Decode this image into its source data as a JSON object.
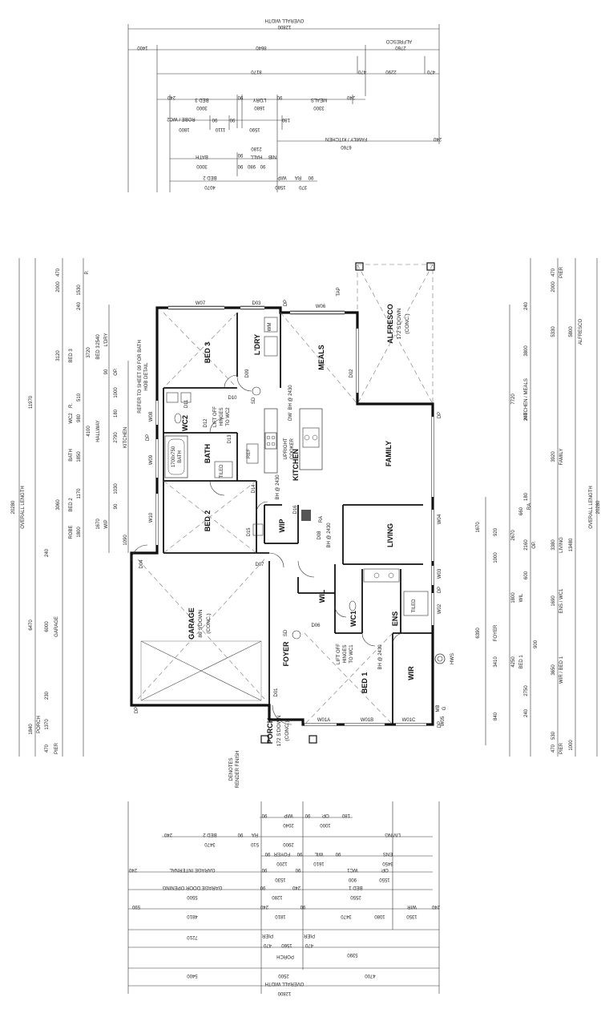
{
  "top_dims": {
    "overall_label": "OVERALL WIDTH",
    "overall_value": "12800",
    "alfresco_label": "ALFRESCO",
    "row2": [
      "1400",
      "8640",
      "2760"
    ],
    "row2_b": [
      "470",
      "2290",
      "470"
    ],
    "row3": [
      "8170"
    ],
    "row4": [
      "240",
      "3000",
      "90",
      "1680",
      "90",
      "3300",
      "240"
    ],
    "row4_labels": [
      "BED 3",
      "L'DRY",
      "MEALS"
    ],
    "row5": [
      "1800",
      "90",
      "1110",
      "90",
      "1590",
      "180"
    ],
    "row5_labels": [
      "ROBE / WC2"
    ],
    "row6": [
      "6760",
      "240"
    ],
    "row6_labels": [
      "FAMILY / KITCHEN"
    ],
    "row7": [
      "3000",
      "90",
      "2180"
    ],
    "row7_labels": [
      "BATH",
      "HALL"
    ],
    "row8": [
      "90",
      "980",
      "90",
      "NIB"
    ],
    "row9": [
      "4070",
      "1580",
      "370",
      "90",
      "RA"
    ],
    "row9_labels": [
      "BED 2",
      "WIP"
    ]
  },
  "left_dims": {
    "overall_value": "20280",
    "overall_label": "OVERALL LENGTH",
    "sub": "11970",
    "segments": [
      "470",
      "1530",
      "2000",
      "240",
      "3120",
      "2540",
      "3720",
      "510",
      "980",
      "1850",
      "4100",
      "3060",
      "1170",
      "1800",
      "1670",
      "90",
      "6470",
      "6000",
      "1840",
      "1370",
      "470",
      "230"
    ],
    "labels": [
      "P.",
      "L'DRY",
      "BED 3",
      "R.",
      "WC2",
      "BATH",
      "HALLWAY",
      "BED 2",
      "ROBE",
      "WIP",
      "GARAGE",
      "PORCH",
      "PIER",
      "KITCHEN",
      "OP."
    ],
    "small": [
      "240",
      "90",
      "90",
      "90",
      "90",
      "90",
      "90",
      "180",
      "1000",
      "2790",
      "1030",
      "1090",
      "240"
    ]
  },
  "right_dims": {
    "overall_value": "20280",
    "overall_label": "OVERALL LENGTH",
    "sub": "13480",
    "segments": [
      "470",
      "2000",
      "240",
      "3800",
      "5330",
      "5800",
      "7720",
      "240",
      "3920",
      "180",
      "660",
      "920",
      "1670",
      "2670",
      "2160",
      "1000",
      "3380",
      "600",
      "1800",
      "1690",
      "6390",
      "3410",
      "4250",
      "900",
      "3650",
      "2750",
      "840",
      "530",
      "470",
      "240",
      "1000"
    ],
    "labels": [
      "PIER",
      "ALFRESCO",
      "KITCHEN / MEALS",
      "FAMILY",
      "RA",
      "OP.",
      "WIL",
      "LIVING",
      "ENS / WC1",
      "FOYER",
      "BED 1",
      "WIR / BED 1",
      "PIER"
    ],
    "small": [
      "90",
      "90",
      "90",
      "90",
      "90",
      "240"
    ]
  },
  "rooms": {
    "bed3": "BED 3",
    "ldry": "L'DRY",
    "meals": "MEALS",
    "alfresco": "ALFRESCO",
    "alfresco_sub": "172 S'DOWN",
    "alfresco_sub2": "(CONC.)",
    "family": "FAMILY",
    "kitchen": "KITCHEN",
    "wc2": "WC2",
    "bath": "BATH",
    "bed2": "BED 2",
    "wip": "WIP",
    "living": "LIVING",
    "wil": "WIL",
    "wc1": "WC1",
    "ens": "ENS",
    "garage": "GARAGE",
    "garage_sub": "86 S'DOWN",
    "garage_sub2": "(CONC.)",
    "foyer": "FOYER",
    "bed1": "BED 1",
    "wir": "WIR",
    "porch": "PORCH",
    "porch_sub": "172 S'DOWN",
    "porch_sub2": "(CONC.)"
  },
  "notes": {
    "refer": "REFER TO SHEET 09 FOR BATH",
    "hob": "HOB DETAIL",
    "bath_size": "1700x750",
    "bath": "BATH",
    "tiled": "TILED",
    "tiled2": "TILED",
    "lift_off_1": "LIFT OFF",
    "lift_off_2": "HINGES",
    "lift_off_3": "TO WC2",
    "lift_off_b1": "LIFT OFF",
    "lift_off_b2": "HINGES",
    "lift_off_b3": "TO WC1",
    "upright": "UPRIGHT",
    "cooker": "COOKER",
    "dw": "DW",
    "bh2430a": "BH @ 2430",
    "bh2430b": "BH @ 2430",
    "bh2430c": "BH @ 2430",
    "bh2430d": "BH @ 2430",
    "render1": "DENOTES",
    "render2": "RENDER FINISH",
    "hws": "HWS",
    "mb": "MB",
    "g": "G",
    "tap": "TAP",
    "dp": "DP",
    "ra": "RA",
    "sd": "SD",
    "ref": "REF",
    "bench": "BENCH",
    "wm": "WM"
  },
  "windows": [
    "W07",
    "D03",
    "W06",
    "D02",
    "W08",
    "W09",
    "W10",
    "W04",
    "W03",
    "W02",
    "W01A",
    "W01B",
    "W01C",
    "W05",
    "D01",
    "D04",
    "D05",
    "D06",
    "D07",
    "D08",
    "D09",
    "D10",
    "D11",
    "D12",
    "D13",
    "D14",
    "D15",
    "D16"
  ],
  "bottom_dims": {
    "row1": [
      "90",
      "2040",
      "90",
      "1000",
      "180"
    ],
    "row1_labels": [
      "WIP",
      "OP."
    ],
    "row2": [
      "240",
      "3470",
      "90",
      "510",
      "2900"
    ],
    "row2_labels": [
      "BED 2",
      "LIVING",
      "RA"
    ],
    "row3": [
      "90",
      "1200",
      "90",
      "1610",
      "90",
      "3450"
    ],
    "row3_labels": [
      "FOYER",
      "WIL",
      "ENS"
    ],
    "row4": [
      "240",
      "90",
      "1530",
      "90",
      "900",
      "1550"
    ],
    "row4_labels": [
      "GARAGE INTERNAL",
      "WC1",
      "OP."
    ],
    "row5": [
      "5500",
      "90",
      "1280",
      "240",
      "2550"
    ],
    "row5_labels": [
      "GARAGE DOOR OPENING",
      "BED 1"
    ],
    "row6": [
      "590",
      "4810",
      "240",
      "1810",
      "90",
      "3470",
      "1080",
      "1350",
      "240"
    ],
    "row6_labels": [
      "WIR"
    ],
    "row7": [
      "7210"
    ],
    "row8": [
      "5390"
    ],
    "row9": [
      "470",
      "1560",
      "470"
    ],
    "row9_labels": [
      "PIER",
      "PORCH",
      "PIER"
    ],
    "row10": [
      "5400",
      "2500",
      "4700"
    ],
    "row11": [
      "12800"
    ],
    "overall_label": "OVERALL WIDTH"
  }
}
